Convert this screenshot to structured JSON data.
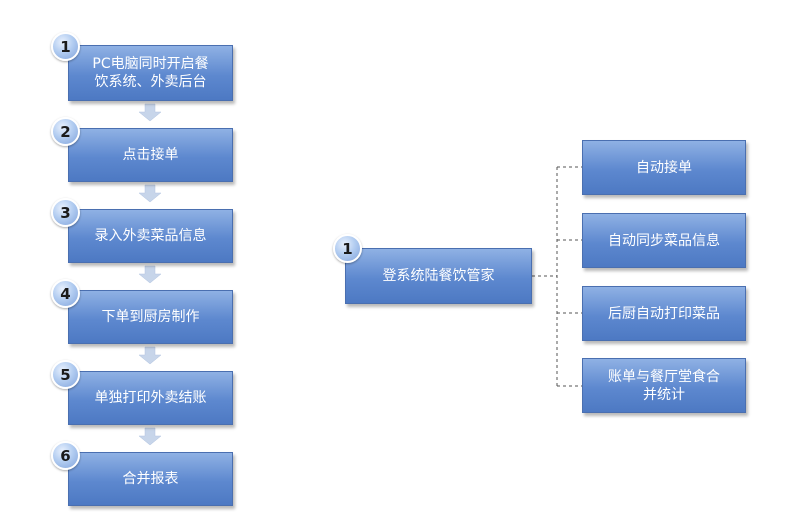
{
  "left_flow": {
    "steps": [
      {
        "number": "1",
        "line1": "PC电脑同时开启餐",
        "line2": "饮系统、外卖后台"
      },
      {
        "number": "2",
        "line1": "点击接单"
      },
      {
        "number": "3",
        "line1": "录入外卖菜品信息"
      },
      {
        "number": "4",
        "line1": "下单到厨房制作"
      },
      {
        "number": "5",
        "line1": "单独打印外卖结账"
      },
      {
        "number": "6",
        "line1": "合并报表"
      }
    ]
  },
  "right_flow": {
    "center": {
      "number": "1",
      "label": "登系统陆餐饮管家"
    },
    "branches": [
      {
        "line1": "自动接单"
      },
      {
        "line1": "自动同步菜品信息"
      },
      {
        "line1": "后厨自动打印菜品"
      },
      {
        "line1": "账单与餐厅堂食合",
        "line2": "并统计"
      }
    ]
  },
  "colors": {
    "box_fill": "#5d88cf",
    "box_border": "#4a6fb0",
    "arrow": "#c7d5ea",
    "connector": "#555555"
  }
}
